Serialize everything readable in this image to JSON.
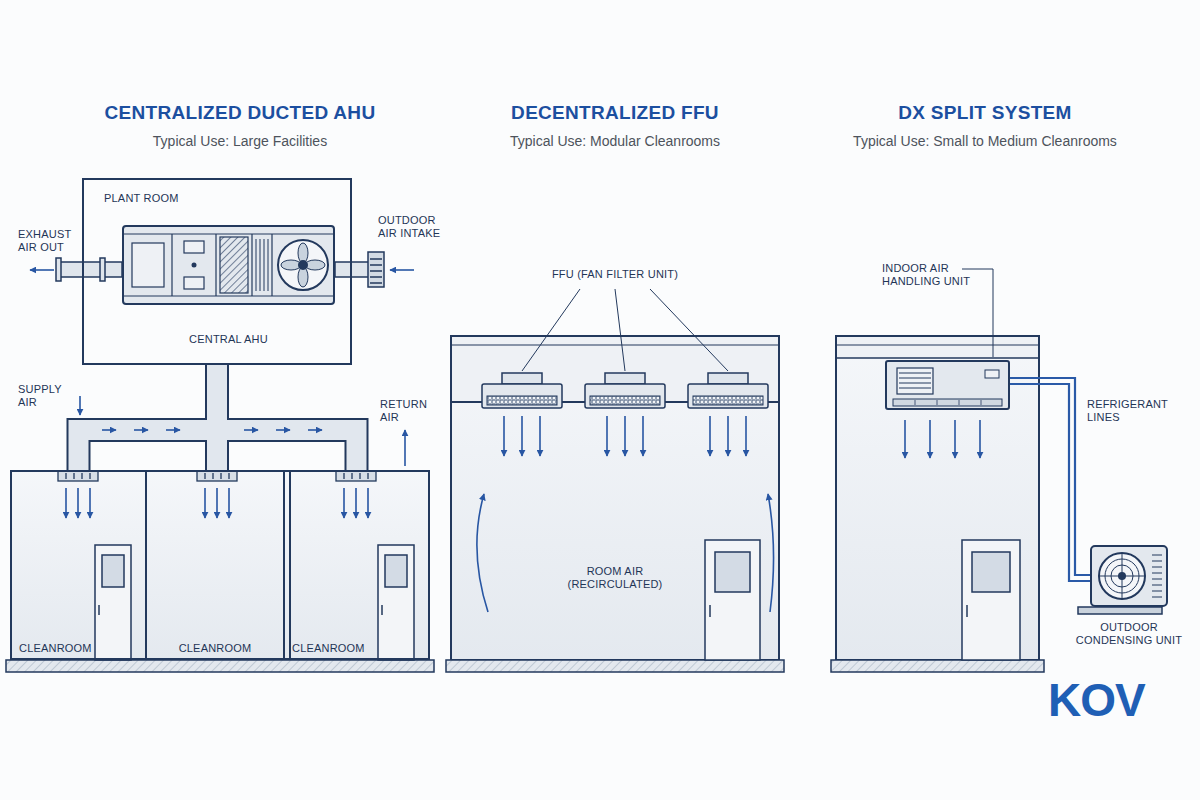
{
  "diagram": {
    "nodes": [
      {
        "text": [
          "PLANT ROOM"
        ]
      },
      {
        "text": [
          "CENTRAL AHU"
        ],
        "in": 0
      },
      {
        "text": [
          "CLEANROOM"
        ]
      },
      {
        "text": [
          "CLEANROOM"
        ]
      },
      {
        "text": [
          "CLEANROOM"
        ]
      },
      {
        "text": [
          "ROOM AIR (RECIRCULATED)"
        ]
      },
      {
        "text": [
          "INDOOR AIR HANDLING UNIT"
        ]
      },
      {
        "text": [
          "OUTDOOR CONDENSING UNIT"
        ]
      }
    ],
    "edges": [
      {
        "from": 0,
        "to": 2,
        "arrow": "none"
      },
      {
        "from": 0,
        "to": 3,
        "arrow": "none"
      },
      {
        "from": 0,
        "to": 4,
        "arrow": "none"
      },
      {
        "from": 6,
        "to": 7,
        "label": "REFRIGERANT LINES",
        "arrow": "none"
      }
    ],
    "labels": [
      "CENTRALIZED DUCTED AHU",
      "Typical Use: Large Facilities",
      "DECENTRALIZED FFU",
      "Typical Use: Modular Cleanrooms",
      "DX SPLIT SYSTEM",
      "Typical Use: Small to Medium Cleanrooms",
      "EXHAUST AIR OUT",
      "OUTDOOR AIR INTAKE",
      "SUPPLY AIR",
      "RETURN AIR",
      "FFU (FAN FILTER UNIT)",
      "KOV"
    ]
  }
}
